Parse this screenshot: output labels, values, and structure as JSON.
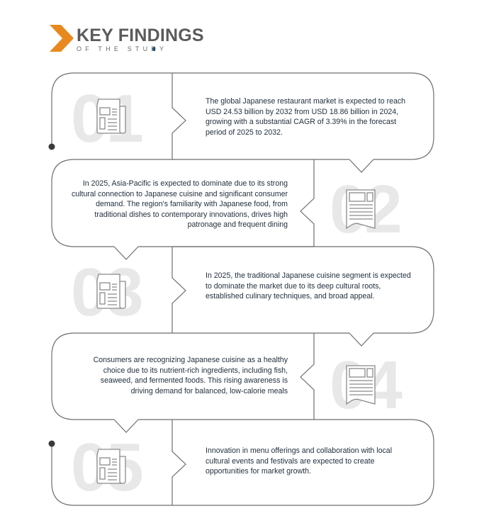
{
  "header": {
    "title": "KEY FINDINGS",
    "subtitle": "OF THE STUDY"
  },
  "colors": {
    "accent": "#e8891f",
    "title": "#5b5b5d",
    "text": "#1e2d3b",
    "outline": "#6e6e6e",
    "number": "#e8e8e8"
  },
  "findings": [
    {
      "number": "01",
      "icon": "newspaper-icon",
      "text": "The global Japanese restaurant market is expected to reach USD  24.53 billion by 2032 from USD  18.86 billion in 2024, growing with a substantial CAGR of 3.39% in the forecast period of 2025 to 2032."
    },
    {
      "number": "02",
      "icon": "newspaper-icon",
      "text": "In 2025, Asia-Pacific is expected to dominate due to its strong cultural connection to Japanese cuisine and significant consumer demand. The region's familiarity with Japanese food, from traditional dishes to contemporary innovations, drives high patronage and frequent dining"
    },
    {
      "number": "03",
      "icon": "newspaper-icon",
      "text": "In 2025, the traditional Japanese cuisine segment is expected to dominate the market due to its deep cultural roots, established culinary techniques, and broad appeal."
    },
    {
      "number": "04",
      "icon": "newspaper-icon",
      "text": "Consumers are recognizing Japanese cuisine as a healthy choice due to its nutrient-rich ingredients, including fish, seaweed, and fermented foods. This rising awareness is driving demand for balanced, low-calorie meals"
    },
    {
      "number": "05",
      "icon": "newspaper-icon",
      "text": "Innovation in menu offerings  and collaboration with local cultural events and festivals are expected to create opportunities for market growth."
    }
  ]
}
